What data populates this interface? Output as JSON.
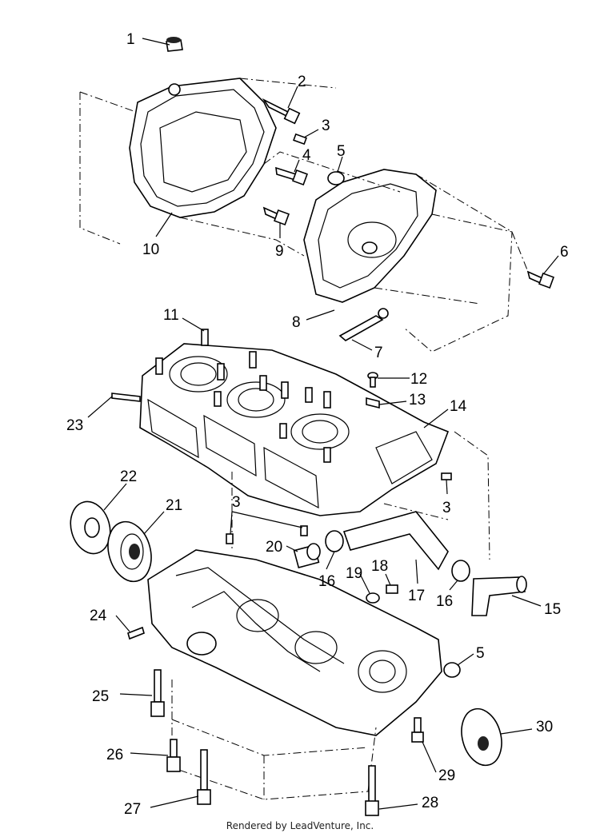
{
  "callouts": [
    {
      "id": "c1",
      "text": "1"
    },
    {
      "id": "c2",
      "text": "2"
    },
    {
      "id": "c3a",
      "text": "3"
    },
    {
      "id": "c4",
      "text": "4"
    },
    {
      "id": "c5a",
      "text": "5"
    },
    {
      "id": "c6",
      "text": "6"
    },
    {
      "id": "c7",
      "text": "7"
    },
    {
      "id": "c8",
      "text": "8"
    },
    {
      "id": "c9",
      "text": "9"
    },
    {
      "id": "c10",
      "text": "10"
    },
    {
      "id": "c11",
      "text": "11"
    },
    {
      "id": "c12",
      "text": "12"
    },
    {
      "id": "c13",
      "text": "13"
    },
    {
      "id": "c14",
      "text": "14"
    },
    {
      "id": "c23",
      "text": "23"
    },
    {
      "id": "c22",
      "text": "22"
    },
    {
      "id": "c21",
      "text": "21"
    },
    {
      "id": "c3b",
      "text": "3"
    },
    {
      "id": "c3c",
      "text": "3"
    },
    {
      "id": "c20",
      "text": "20"
    },
    {
      "id": "c19",
      "text": "19"
    },
    {
      "id": "c18",
      "text": "18"
    },
    {
      "id": "c16a",
      "text": "16"
    },
    {
      "id": "c17",
      "text": "17"
    },
    {
      "id": "c16b",
      "text": "16"
    },
    {
      "id": "c15",
      "text": "15"
    },
    {
      "id": "c24",
      "text": "24"
    },
    {
      "id": "c5b",
      "text": "5"
    },
    {
      "id": "c25",
      "text": "25"
    },
    {
      "id": "c30",
      "text": "30"
    },
    {
      "id": "c26",
      "text": "26"
    },
    {
      "id": "c29",
      "text": "29"
    },
    {
      "id": "c27",
      "text": "27"
    },
    {
      "id": "c28",
      "text": "28"
    }
  ],
  "footer": "Rendered by LeadVenture, Inc."
}
